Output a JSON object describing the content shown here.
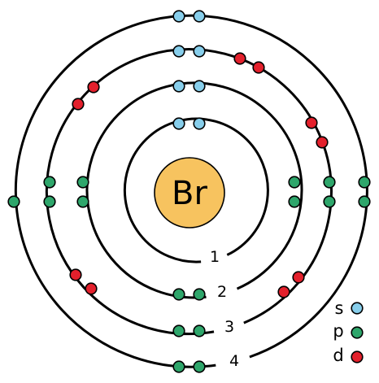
{
  "element": {
    "symbol": "Br"
  },
  "shells": [
    {
      "label": "1",
      "electrons": [
        {
          "type": "s",
          "count": 2
        }
      ]
    },
    {
      "label": "2",
      "electrons": [
        {
          "type": "s",
          "count": 2
        },
        {
          "type": "p",
          "count": 6
        }
      ]
    },
    {
      "label": "3",
      "electrons": [
        {
          "type": "s",
          "count": 2
        },
        {
          "type": "p",
          "count": 6
        },
        {
          "type": "d",
          "count": 10
        }
      ]
    },
    {
      "label": "4",
      "electrons": [
        {
          "type": "s",
          "count": 2
        },
        {
          "type": "p",
          "count": 5
        }
      ]
    }
  ],
  "legend": [
    {
      "label": "s",
      "type": "s"
    },
    {
      "label": "p",
      "type": "p"
    },
    {
      "label": "d",
      "type": "d"
    }
  ],
  "colors": {
    "s": "#87CEEB",
    "p": "#2EA66B",
    "d": "#E3202C",
    "nucleus": "#F7C35F",
    "orbit": "#000000"
  }
}
